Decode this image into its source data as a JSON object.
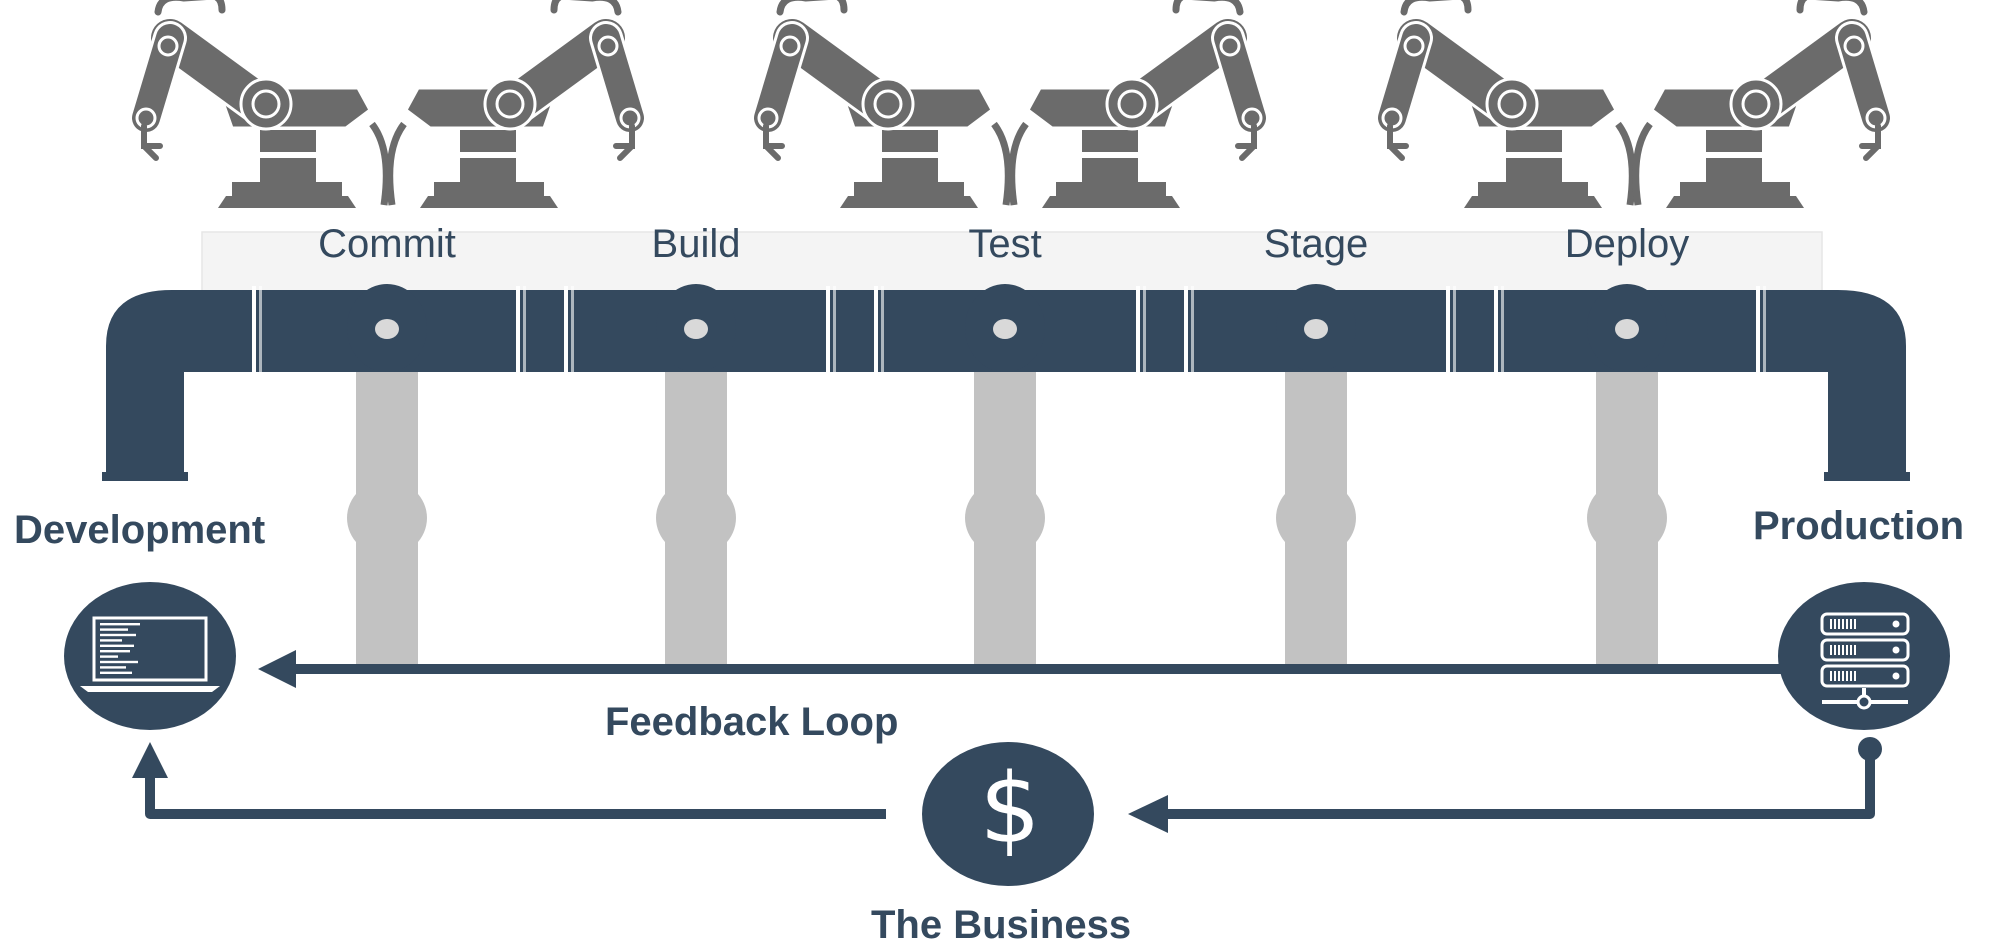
{
  "stages": [
    {
      "label": "Commit"
    },
    {
      "label": "Build"
    },
    {
      "label": "Test"
    },
    {
      "label": "Stage"
    },
    {
      "label": "Deploy"
    }
  ],
  "development": {
    "label": "Development",
    "icon": "laptop-icon"
  },
  "production": {
    "label": "Production",
    "icon": "server-icon"
  },
  "feedback": {
    "label": "Feedback Loop"
  },
  "business": {
    "label": "The Business",
    "symbol": "$",
    "icon": "dollar-icon"
  },
  "colors": {
    "pipe": "#34495e",
    "support": "#c2c2c2",
    "robot": "#6b6b6b",
    "text": "#34495e"
  }
}
